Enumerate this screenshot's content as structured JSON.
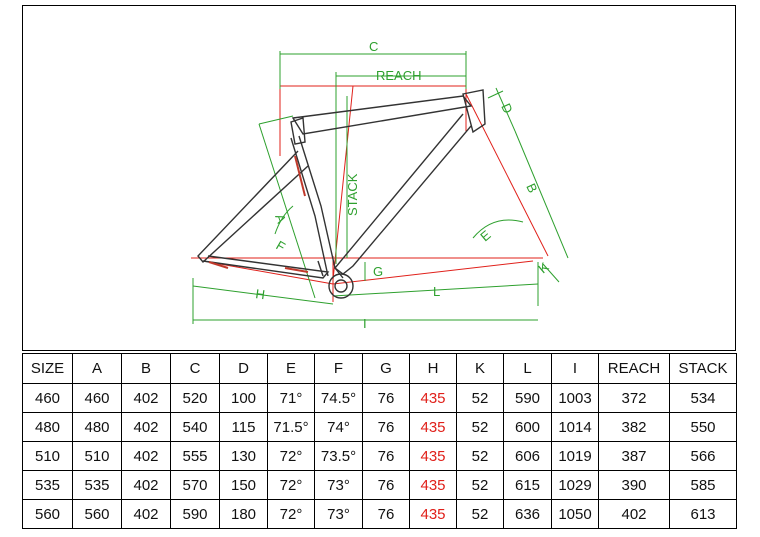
{
  "labels": {
    "c": "C",
    "reach": "REACH",
    "stack": "STACK",
    "d": "D",
    "b": "B",
    "e": "E",
    "k": "K",
    "a": "A",
    "f": "F",
    "g": "G",
    "h": "H",
    "l": "L",
    "i": "I"
  },
  "colors": {
    "green": "#2ea02e",
    "red": "#e0201a",
    "frame": "#333333"
  },
  "table": {
    "headers": [
      "SIZE",
      "A",
      "B",
      "C",
      "D",
      "E",
      "F",
      "G",
      "H",
      "K",
      "L",
      "I",
      "REACH",
      "STACK"
    ],
    "rows": [
      [
        "460",
        "460",
        "402",
        "520",
        "100",
        "71°",
        "74.5°",
        "76",
        "435",
        "52",
        "590",
        "1003",
        "372",
        "534"
      ],
      [
        "480",
        "480",
        "402",
        "540",
        "115",
        "71.5°",
        "74°",
        "76",
        "435",
        "52",
        "600",
        "1014",
        "382",
        "550"
      ],
      [
        "510",
        "510",
        "402",
        "555",
        "130",
        "72°",
        "73.5°",
        "76",
        "435",
        "52",
        "606",
        "1019",
        "387",
        "566"
      ],
      [
        "535",
        "535",
        "402",
        "570",
        "150",
        "72°",
        "73°",
        "76",
        "435",
        "52",
        "615",
        "1029",
        "390",
        "585"
      ],
      [
        "560",
        "560",
        "402",
        "590",
        "180",
        "72°",
        "73°",
        "76",
        "435",
        "52",
        "636",
        "1050",
        "402",
        "613"
      ]
    ],
    "red_column": 8
  }
}
